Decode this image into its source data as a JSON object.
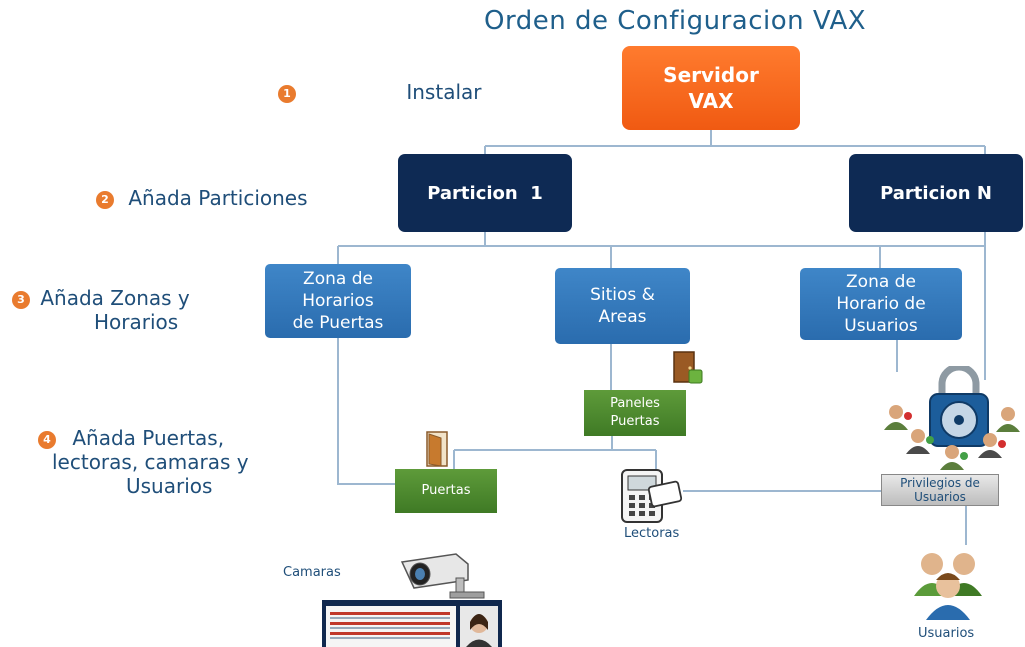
{
  "title": "Orden de Configuracion VAX",
  "steps": [
    {
      "num": "1",
      "label": "Instalar"
    },
    {
      "num": "2",
      "label": "Añada Particiones"
    },
    {
      "num": "3",
      "line1": "Añada Zonas y",
      "line2": "Horarios"
    },
    {
      "num": "4",
      "line1": "Añada Puertas,",
      "line2": "lectoras, camaras y",
      "line3": "Usuarios"
    }
  ],
  "nodes": {
    "server": {
      "line1": "Servidor",
      "line2": "VAX"
    },
    "partition1": "Particion  1",
    "partitionN": "Particion N",
    "zone_doors": {
      "line1": "Zona de",
      "line2": "Horarios",
      "line3": "de Puertas"
    },
    "sites": {
      "line1": "Sitios &",
      "line2": "Areas"
    },
    "zone_users": {
      "line1": "Zona de",
      "line2": "Horario de",
      "line3": "Usuarios"
    },
    "panels": {
      "line1": "Paneles",
      "line2": "Puertas"
    },
    "doors": "Puertas",
    "privileges": {
      "line1": "Privilegios de",
      "line2": "Usuarios"
    },
    "readers": "Lectoras",
    "cameras": "Camaras",
    "users": "Usuarios"
  },
  "colors": {
    "title": "#1f5f8b",
    "server": "#f26a1b",
    "partition": "#0e2a54",
    "zone": "#3478bd",
    "green_node": "#4a8a2e",
    "badge": "#e97b2e",
    "connector": "#9db7d0"
  },
  "icons": [
    "door-icon",
    "panel-door-icon",
    "card-reader-icon",
    "camera-icon",
    "padlock-icon",
    "users-icon",
    "monitor-screenshot-icon"
  ]
}
